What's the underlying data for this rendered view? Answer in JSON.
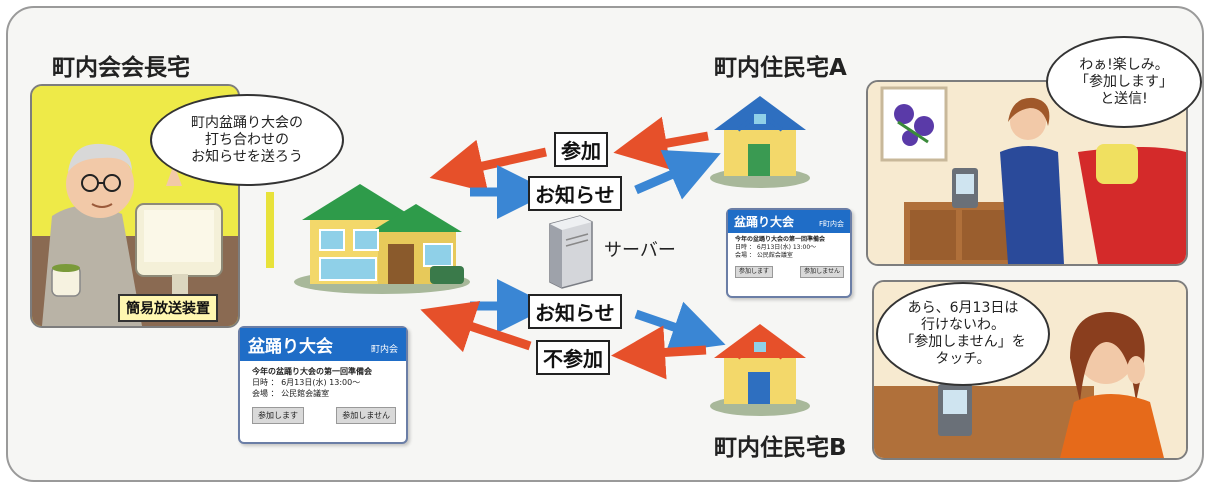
{
  "headings": {
    "chairman_home": "町内会会長宅",
    "resident_a_home": "町内住民宅A",
    "resident_b_home": "町内住民宅B"
  },
  "bubbles": {
    "chairman": "町内盆踊り大会の\n打ち合わせの\nお知らせを送ろう",
    "resident_a": "わぁ!楽しみ。\n「参加します」\nと送信!",
    "resident_b": "あら、6月13日は\n行けないわ。\n「参加しません」を\nタッチ。"
  },
  "device_tag": "簡易放送装置",
  "server_label": "サーバー",
  "arrows": {
    "attend": "参加",
    "notice_up": "お知らせ",
    "notice_down": "お知らせ",
    "not_attend": "不参加"
  },
  "device_screen_main": {
    "title": "盆踊り大会",
    "org": "町内会",
    "subject": "今年の盆踊り大会の第一回準備会",
    "date_line": "日時 ： 6月13日(水) 13:00〜",
    "place_line": "会場 ： 公民館会議室",
    "btn_yes": "参加します",
    "btn_no": "参加しません"
  },
  "device_screen_small": {
    "title": "盆踊り大会",
    "org": "F町内会",
    "subject": "今年の盆踊り大会の第一回準備会",
    "date_line": "日時 ： 6月13日(水) 13:00〜",
    "place_line": "会場 ： 公民館会議室",
    "btn_yes": "参加します",
    "btn_no": "参加しません"
  },
  "colors": {
    "arrow_red": "#e6502a",
    "arrow_blue": "#3a86d4",
    "screen_blue": "#1f6dc7"
  }
}
